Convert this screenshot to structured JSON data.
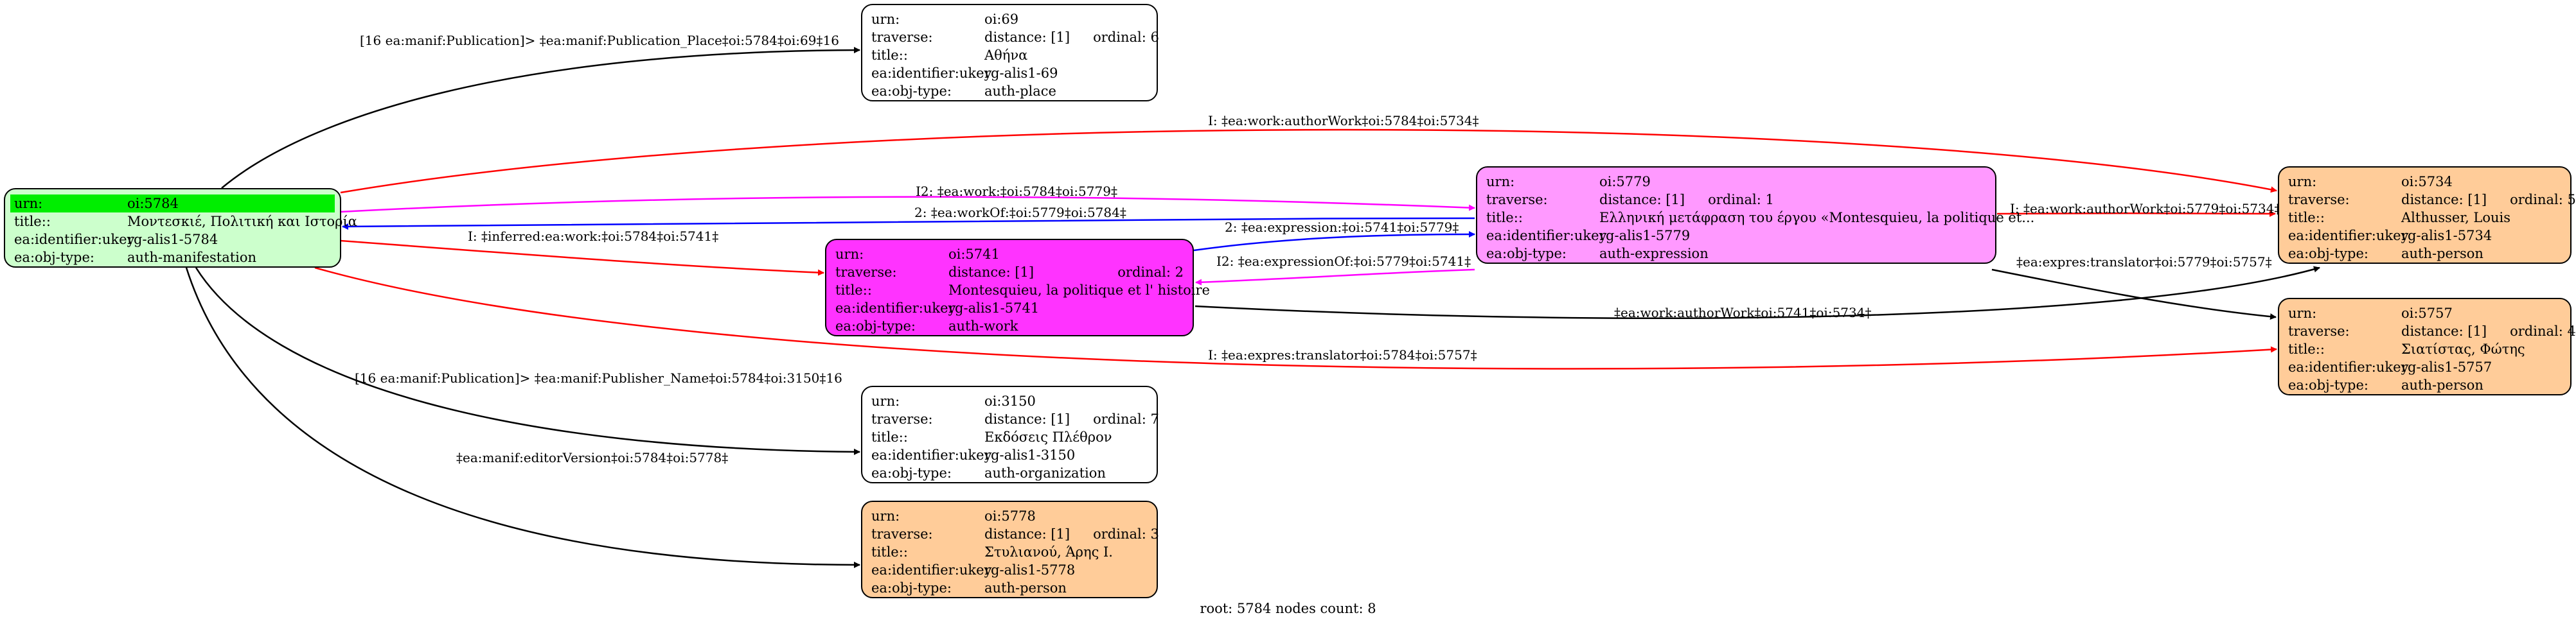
{
  "colors": {
    "root_fill": "#ccffcc",
    "root_highlight": "#00ee00",
    "work_fill": "#ff33ff",
    "expression_fill": "#ff99ff",
    "person_fill": "#ffcc99",
    "plain_fill": "#ffffff",
    "edge_black": "#000000",
    "edge_red": "#ff0000",
    "edge_blue": "#0000ff",
    "edge_magenta": "#ff00ff"
  },
  "nodes": {
    "n5784": {
      "urn_label": "urn:",
      "urn": "oi:5784",
      "title_label": "title::",
      "title": "Μοντεσκιέ, Πολιτική και Ιστορία",
      "ukey_label": "ea:identifier:ukey",
      "ukey": "rg-alis1-5784",
      "type_label": "ea:obj-type:",
      "type": "auth-manifestation"
    },
    "n69": {
      "urn_label": "urn:",
      "urn": "oi:69",
      "traverse_label": "traverse:",
      "distance": "distance: [1]",
      "ordinal": "ordinal: 6",
      "title_label": "title::",
      "title": "Αθήνα",
      "ukey_label": "ea:identifier:ukey",
      "ukey": "rg-alis1-69",
      "type_label": "ea:obj-type:",
      "type": "auth-place"
    },
    "n5741": {
      "urn_label": "urn:",
      "urn": "oi:5741",
      "traverse_label": "traverse:",
      "distance": "distance: [1]",
      "ordinal": "ordinal: 2",
      "title_label": "title::",
      "title": "Montesquieu, la politique et l' histoire",
      "ukey_label": "ea:identifier:ukey",
      "ukey": "rg-alis1-5741",
      "type_label": "ea:obj-type:",
      "type": "auth-work"
    },
    "n5779": {
      "urn_label": "urn:",
      "urn": "oi:5779",
      "traverse_label": "traverse:",
      "distance": "distance: [1]",
      "ordinal": "ordinal: 1",
      "title_label": "title::",
      "title": "Ελληνική μετάφραση του έργου «Montesquieu, la politique et...",
      "ukey_label": "ea:identifier:ukey",
      "ukey": "rg-alis1-5779",
      "type_label": "ea:obj-type:",
      "type": "auth-expression"
    },
    "n5734": {
      "urn_label": "urn:",
      "urn": "oi:5734",
      "traverse_label": "traverse:",
      "distance": "distance: [1]",
      "ordinal": "ordinal: 5",
      "title_label": "title::",
      "title": "Althusser, Louis",
      "ukey_label": "ea:identifier:ukey",
      "ukey": "rg-alis1-5734",
      "type_label": "ea:obj-type:",
      "type": "auth-person"
    },
    "n5757": {
      "urn_label": "urn:",
      "urn": "oi:5757",
      "traverse_label": "traverse:",
      "distance": "distance: [1]",
      "ordinal": "ordinal: 4",
      "title_label": "title::",
      "title": "Σιατίστας, Φώτης",
      "ukey_label": "ea:identifier:ukey",
      "ukey": "rg-alis1-5757",
      "type_label": "ea:obj-type:",
      "type": "auth-person"
    },
    "n3150": {
      "urn_label": "urn:",
      "urn": "oi:3150",
      "traverse_label": "traverse:",
      "distance": "distance: [1]",
      "ordinal": "ordinal: 7",
      "title_label": "title::",
      "title": "Εκδόσεις Πλέθρον",
      "ukey_label": "ea:identifier:ukey",
      "ukey": "rg-alis1-3150",
      "type_label": "ea:obj-type:",
      "type": "auth-organization"
    },
    "n5778": {
      "urn_label": "urn:",
      "urn": "oi:5778",
      "traverse_label": "traverse:",
      "distance": "distance: [1]",
      "ordinal": "ordinal: 3",
      "title_label": "title::",
      "title": "Στυλιανού, Άρης Ι.",
      "ukey_label": "ea:identifier:ukey",
      "ukey": "rg-alis1-5778",
      "type_label": "ea:obj-type:",
      "type": "auth-person"
    }
  },
  "edges": {
    "e69": "[16 ea:manif:Publication]> ‡ea:manif:Publication_Place‡oi:5784‡oi:69‡16",
    "e_author_5734": "I: ‡ea:work:authorWork‡oi:5784‡oi:5734‡",
    "e_i2_work": "I2: ‡ea:work:‡oi:5784‡oi:5779‡",
    "e_workof": "2: ‡ea:workOf:‡oi:5779‡oi:5784‡",
    "e_inferred": "I: ‡inferred:ea:work:‡oi:5784‡oi:5741‡",
    "e_expression": "2: ‡ea:expression:‡oi:5741‡oi:5779‡",
    "e_expressionof": "I2: ‡ea:expressionOf:‡oi:5779‡oi:5741‡",
    "e_author_5779": "I: ‡ea:work:authorWork‡oi:5779‡oi:5734‡",
    "e_translator_5779": "‡ea:expres:translator‡oi:5779‡oi:5757‡",
    "e_author_5741": "‡ea:work:authorWork‡oi:5741‡oi:5734‡",
    "e_translator_5784": "I: ‡ea:expres:translator‡oi:5784‡oi:5757‡",
    "e_publisher": "[16 ea:manif:Publication]> ‡ea:manif:Publisher_Name‡oi:5784‡oi:3150‡16",
    "e_editor": "‡ea:manif:editorVersion‡oi:5784‡oi:5778‡"
  },
  "footer": "root: 5784 nodes count: 8"
}
